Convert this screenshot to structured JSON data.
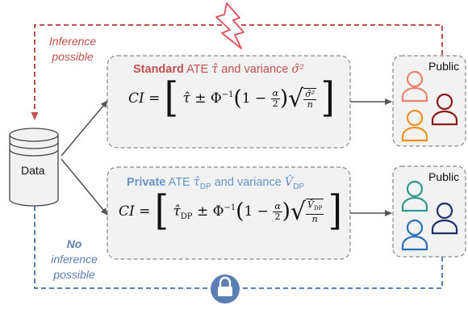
{
  "labels": {
    "inference_top": [
      "Inference",
      "possible"
    ],
    "inference_bottom": [
      "No",
      "inference",
      "possible"
    ],
    "data": "Data",
    "public_top": "Public",
    "public_bottom": "Public"
  },
  "standard_panel": {
    "title_bold": "Standard",
    "title_rest": "ATE",
    "tau": "τ̂",
    "and_variance": "and variance",
    "sigma": "σ̂²"
  },
  "private_panel": {
    "title_bold": "Private",
    "title_rest": "ATE",
    "tau": "τ̂",
    "tau_sub": "DP",
    "and_variance": "and variance",
    "v": "V̂",
    "v_sub": "DP"
  },
  "formula": {
    "ci": "CI",
    "equals": "=",
    "pm": "±",
    "phi": "Φ",
    "inv": "−1",
    "one_minus": "1 −",
    "alpha": "α",
    "two": "2",
    "n": "n",
    "sigma_sq": "σ̂²",
    "v_dp": "V̂",
    "dp": "DP"
  },
  "colors": {
    "red": "#c0504d",
    "blue": "#5b7fb4",
    "panel_fill": "#f2f2f2",
    "person_salmon": "#e8826e",
    "person_orange": "#f0901e",
    "person_darkred": "#8b1a1a",
    "person_teal": "#2e9a8e",
    "person_navy": "#1f2d6b",
    "person_blue": "#2a6fb8"
  },
  "icons": [
    "lightning-icon",
    "lock-icon",
    "database-icon",
    "person-icon"
  ]
}
